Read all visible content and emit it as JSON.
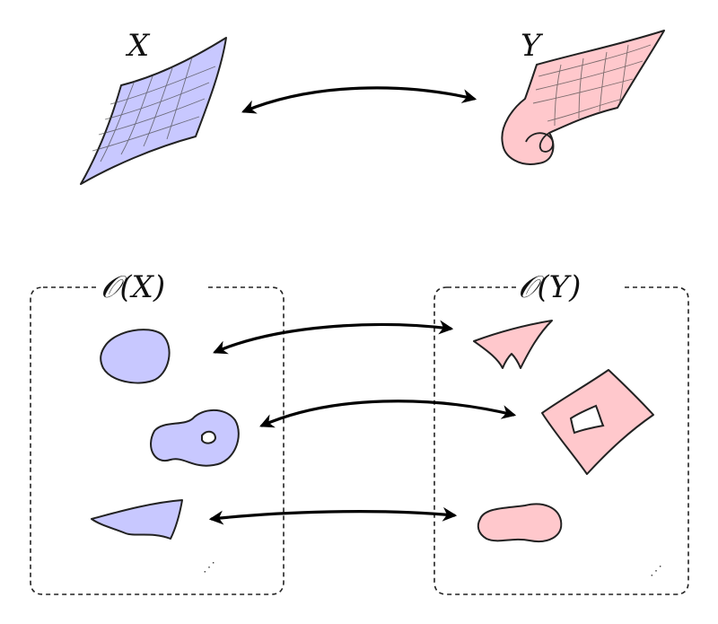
{
  "labels": {
    "space_x": "X",
    "space_y": "Y",
    "sheaf_x": "𝒪(X)",
    "sheaf_y": "𝒪(Y)"
  },
  "colors": {
    "blue_fill": "#c8c8ff",
    "pink_fill": "#ffc8cc"
  }
}
